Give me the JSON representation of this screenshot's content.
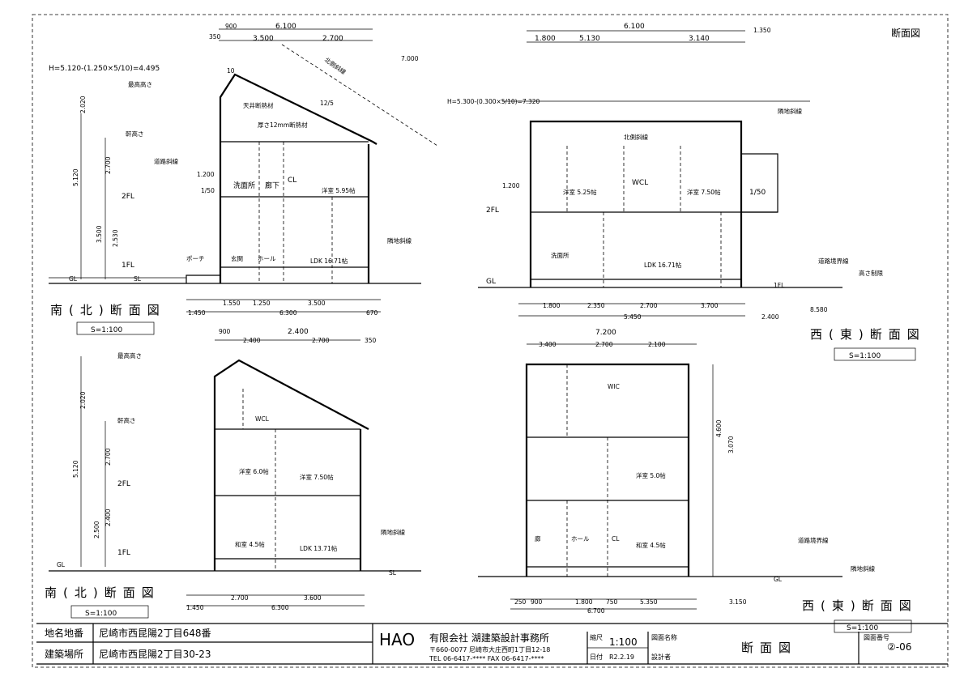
{
  "sheet_title": "断面図",
  "sections": [
    {
      "title": "南(北)断面図",
      "scale": "S=1:100",
      "formula": "H=5.120-(1.250×5/10)=4.495",
      "levels": [
        "2FL",
        "1FL",
        "GL",
        "SL"
      ],
      "rooms": [
        "洗面所",
        "廊下",
        "CL",
        "洋室 5.95帖",
        "玄関",
        "ホール",
        "LDK 16.71帖",
        "ポーチ"
      ],
      "dims": [
        "6.100",
        "3.500",
        "2.700",
        "350",
        "900",
        "2.020",
        "5.120",
        "3.500",
        "2.700",
        "2.530",
        "1.200",
        "1/50",
        "1.550",
        "1.250",
        "3.500",
        "6.300",
        "1.450",
        "670",
        "7.000",
        "10",
        "12/5"
      ],
      "notes": [
        "軒高さ",
        "最高高さ",
        "北側斜線",
        "隣地斜線",
        "道路斜線",
        "天井断熱材",
        "厚さ12mm断熱材"
      ]
    },
    {
      "title": "西(東)断面図",
      "scale": "S=1:100",
      "formula": "H=5.300-(0.300×5/10)=7.320",
      "levels": [
        "2FL",
        "1FL",
        "GL"
      ],
      "rooms": [
        "洋室 5.25帖",
        "WCL",
        "洋室 7.50帖",
        "LDK 16.71帖",
        "洗面所",
        "1/50"
      ],
      "dims": [
        "6.100",
        "5.130",
        "1.800",
        "3.140",
        "1.350",
        "1.200",
        "1.800",
        "2.350",
        "2.700",
        "3.700",
        "5.450",
        "2.400",
        "8.580"
      ],
      "notes": [
        "北側斜線",
        "隣地斜線",
        "道路境界線",
        "高さ制限"
      ]
    },
    {
      "title": "南(北)断面図",
      "scale": "S=1:100",
      "levels": [
        "2FL",
        "1FL",
        "GL",
        "SL"
      ],
      "rooms": [
        "洋室 6.0帖",
        "洋室 7.50帖",
        "WCL",
        "和室 4.5帖",
        "LDK 13.71帖"
      ],
      "dims": [
        "2.400",
        "900",
        "2.400",
        "2.700",
        "350",
        "2.020",
        "5.120",
        "2.700",
        "2.400",
        "2.500",
        "2.700",
        "3.600",
        "6.300",
        "1.450"
      ],
      "notes": [
        "最高高さ",
        "軒高さ",
        "隣地斜線"
      ]
    },
    {
      "title": "西(東)断面図",
      "scale": "S=1:100",
      "levels": [
        "GL"
      ],
      "rooms": [
        "WIC",
        "洋室 5.0帖",
        "ホール",
        "CL",
        "和室 4.5帖",
        "廊"
      ],
      "dims": [
        "7.200",
        "3.400",
        "2.700",
        "2.100",
        "4.600",
        "3.070",
        "900",
        "1.800",
        "750",
        "5.350",
        "6.700",
        "250",
        "3.150"
      ],
      "notes": [
        "道路境界線",
        "隣地斜線"
      ]
    }
  ],
  "title_block": {
    "lot_label": "地名地番",
    "lot_value": "尼崎市西昆陽2丁目648番",
    "site_label": "建築場所",
    "site_value": "尼崎市西昆陽2丁目30-23",
    "logo": "HAO",
    "company": "有限会社 湖建築設計事務所",
    "address": "〒660-0077 尼崎市大庄西町1丁目12-18",
    "tel": "TEL 06-6417-**** FAX 06-6417-****",
    "scale_label": "縮尺",
    "scale_value": "1:100",
    "date_label": "日付",
    "date_value": "R2.2.19",
    "drawing_name_label": "図面名称",
    "designer_label": "設計者",
    "drawing_name": "断面図",
    "drawing_no_label": "図面番号",
    "drawing_no": "②-06"
  }
}
